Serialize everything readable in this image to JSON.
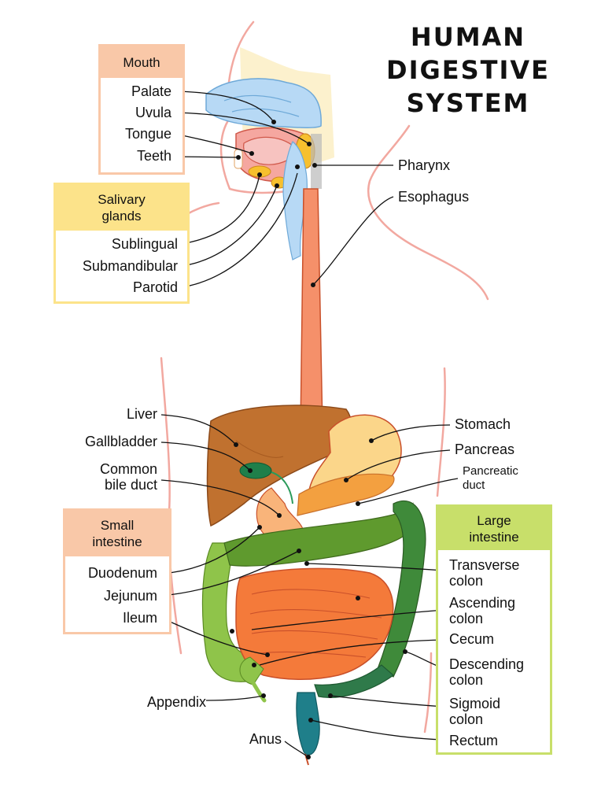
{
  "title": {
    "line1": "HUMAN",
    "line2": "DIGESTIVE",
    "line3": "SYSTEM"
  },
  "boxes": {
    "mouth": {
      "header": "Mouth",
      "items": [
        "Palate",
        "Uvula",
        "Tongue",
        "Teeth"
      ]
    },
    "salivary": {
      "header_line1": "Salivary",
      "header_line2": "glands",
      "items": [
        "Sublingual",
        "Submandibular",
        "Parotid"
      ]
    },
    "small_intestine": {
      "header_line1": "Small",
      "header_line2": "intestine",
      "items": [
        "Duodenum",
        "Jejunum",
        "Ileum"
      ]
    },
    "large_intestine": {
      "header_line1": "Large",
      "header_line2": "intestine"
    }
  },
  "labels": {
    "pharynx": "Pharynx",
    "esophagus": "Esophagus",
    "liver": "Liver",
    "gallbladder": "Gallbladder",
    "common_bile_duct_1": "Common",
    "common_bile_duct_2": "bile duct",
    "stomach": "Stomach",
    "pancreas": "Pancreas",
    "pancreatic_duct_1": "Pancreatic",
    "pancreatic_duct_2": "duct",
    "transverse_1": "Transverse",
    "transverse_2": "colon",
    "ascending_1": "Ascending",
    "ascending_2": "colon",
    "cecum": "Cecum",
    "descending_1": "Descending",
    "descending_2": "colon",
    "sigmoid_1": "Sigmoid",
    "sigmoid_2": "colon",
    "rectum": "Rectum",
    "appendix": "Appendix",
    "anus": "Anus"
  },
  "colors": {
    "mouth_box": "#f9c8a8",
    "salivary_box": "#fce38a",
    "small_int_box": "#f9c8a8",
    "large_int_box": "#c8df6a",
    "liver": "#c0712f",
    "stomach": "#fbd68a",
    "esophagus": "#f5906a",
    "small_intestine": "#f47a3a",
    "large_intestine": "#7dbb3a",
    "rectum": "#1f7f8a",
    "skin_outline": "#f2a8a0"
  }
}
